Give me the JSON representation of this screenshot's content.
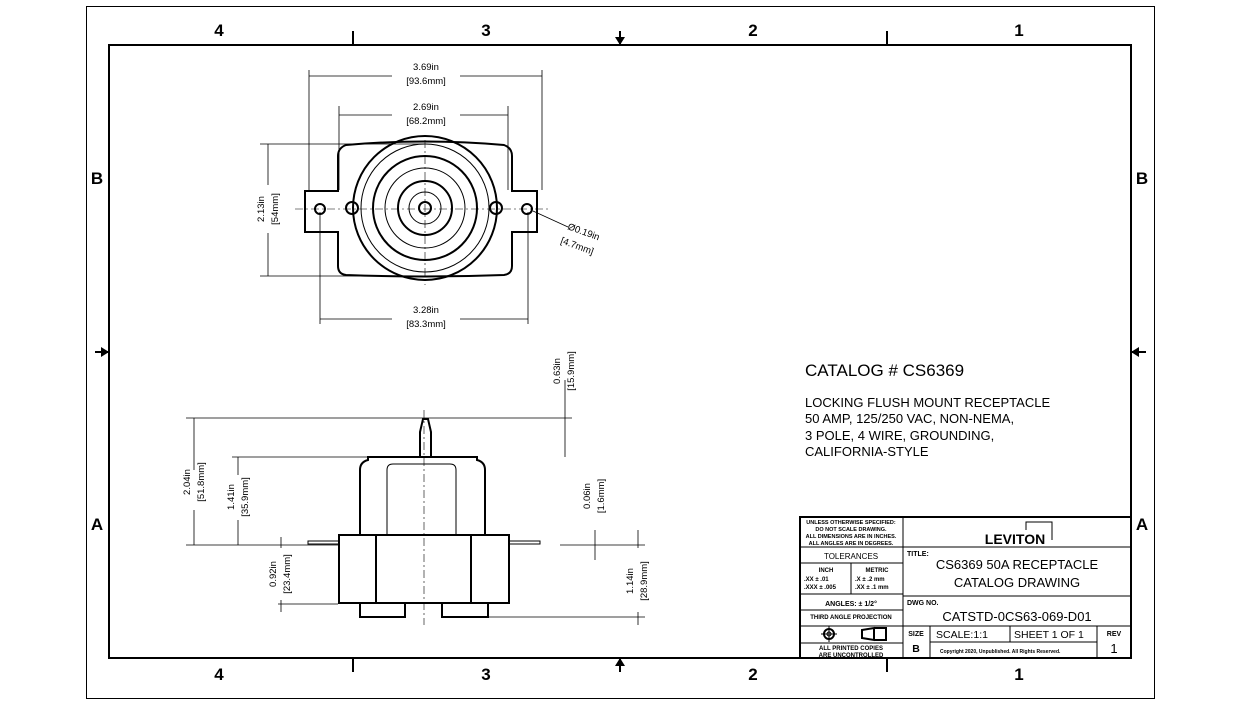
{
  "sheet": {
    "zones_columns": [
      "4",
      "3",
      "2",
      "1"
    ],
    "zones_rows": [
      "B",
      "A"
    ]
  },
  "top_view": {
    "dim_overall_width": {
      "in": "3.69in",
      "mm": "[93.6mm]"
    },
    "dim_body_width": {
      "in": "2.69in",
      "mm": "[68.2mm]"
    },
    "dim_height": {
      "in": "2.13in",
      "mm": "[54mm]"
    },
    "dim_hole_spacing": {
      "in": "3.28in",
      "mm": "[83.3mm]"
    },
    "dim_hole_dia": {
      "in": "Ø0.19in",
      "mm": "[4.7mm]"
    }
  },
  "side_view": {
    "dim_overall_height": {
      "in": "2.04in",
      "mm": "[51.8mm]"
    },
    "dim_housing_height": {
      "in": "1.41in",
      "mm": "[35.9mm]"
    },
    "dim_base_depth": {
      "in": "0.92in",
      "mm": "[23.4mm]"
    },
    "dim_pin_height": {
      "in": "0.63in",
      "mm": "[15.9mm]"
    },
    "dim_flange_thickness": {
      "in": "0.06in",
      "mm": "[1.6mm]"
    },
    "dim_total_depth": {
      "in": "1.14in",
      "mm": "[28.9mm]"
    }
  },
  "catalog": {
    "number": "CATALOG # CS6369",
    "description": [
      "LOCKING FLUSH MOUNT RECEPTACLE",
      "50 AMP, 125/250 VAC, NON-NEMA,",
      "3 POLE, 4 WIRE, GROUNDING,",
      "CALIFORNIA-STYLE"
    ]
  },
  "title_block": {
    "notes": [
      "UNLESS OTHERWISE SPECIFIED:",
      "DO NOT SCALE DRAWING.",
      "ALL DIMENSIONS ARE IN INCHES.",
      "ALL ANGLES ARE IN DEGREES."
    ],
    "tolerances_label": "TOLERANCES",
    "inch_label": "INCH",
    "metric_label": "METRIC",
    "inch_tol": [
      ".XX  ± .01",
      ".XXX ± .005"
    ],
    "metric_tol": [
      ".X  ± .2 mm",
      ".XX ± .1 mm"
    ],
    "angles": "ANGLES: ± 1/2°",
    "projection": "THIRD ANGLE PROJECTION",
    "printed_copies": [
      "ALL PRINTED COPIES",
      "ARE UNCONTROLLED"
    ],
    "logo": "LEVITON",
    "title_label": "TITLE:",
    "title": [
      "CS6369 50A RECEPTACLE",
      "CATALOG DRAWING"
    ],
    "dwg_label": "DWG NO.",
    "dwg_no": "CATSTD-0CS63-069-D01",
    "size_label": "SIZE",
    "size": "B",
    "scale": "SCALE:1:1",
    "sheet": "SHEET 1 OF 1",
    "rev_label": "REV",
    "rev": "1",
    "copyright": "Copyright 2020, Unpublished. All Rights Reserved."
  }
}
